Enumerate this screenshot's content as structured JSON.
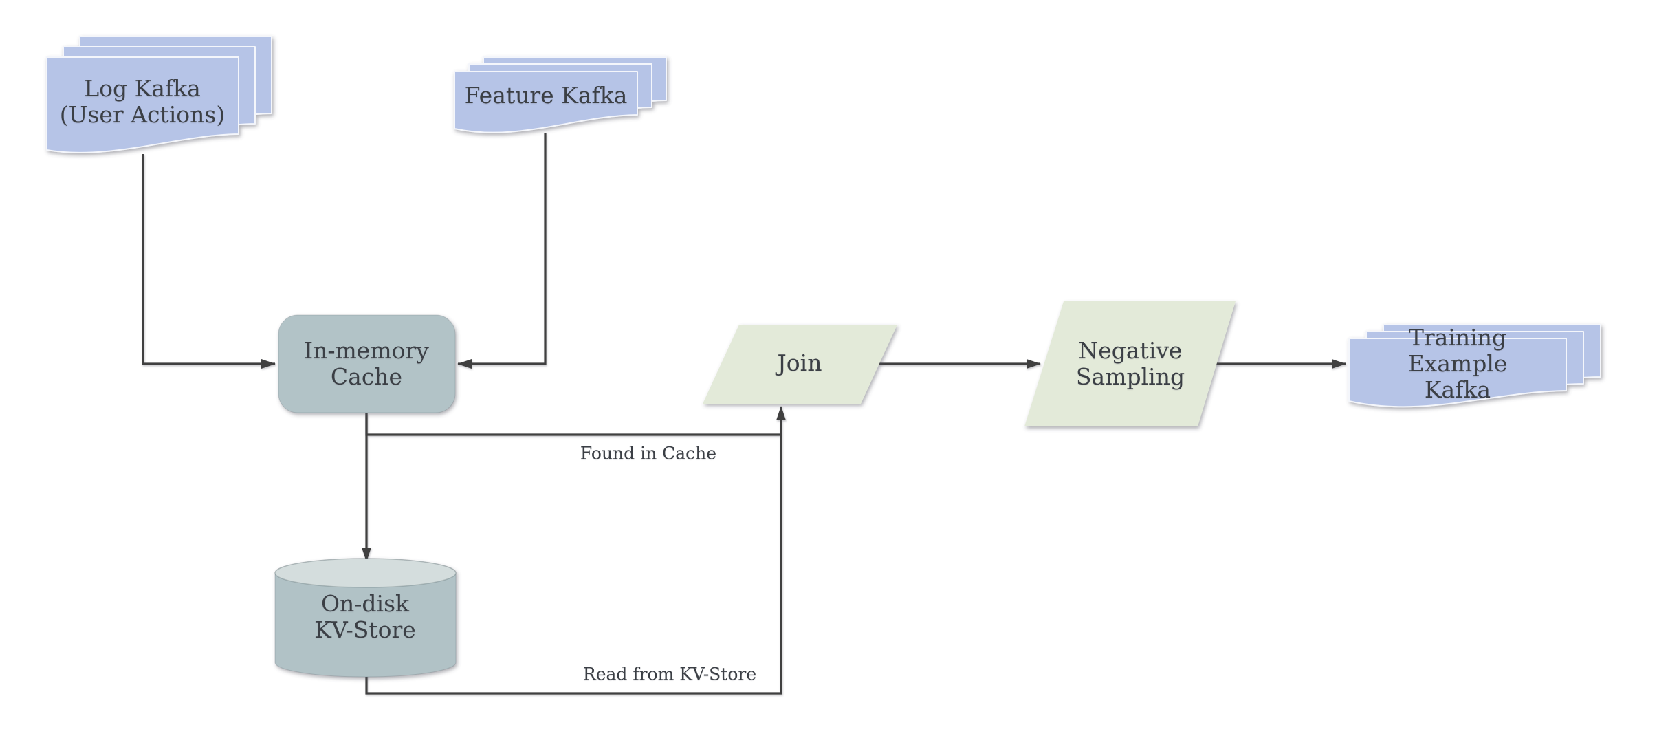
{
  "diagram": {
    "background": "#ffffff",
    "edge_color": "#3f3f3f",
    "text_color": "#3b3f45"
  },
  "nodes": {
    "log_kafka": {
      "label": "Log Kafka\n(User Actions)",
      "shape": "multi-document",
      "fill": "#b6c4e7",
      "stroke": "#f4f6fb"
    },
    "feature_kafka": {
      "label": "Feature Kafka",
      "shape": "multi-document",
      "fill": "#b6c4e7",
      "stroke": "#f4f6fb"
    },
    "in_memory_cache": {
      "label": "In-memory\nCache",
      "shape": "rounded-rectangle",
      "fill": "#b2c3c7"
    },
    "on_disk_kv_store": {
      "label": "On-disk\nKV-Store",
      "shape": "cylinder",
      "fill": "#b1c2c6",
      "top_fill": "#d4dddd"
    },
    "join": {
      "label": "Join",
      "shape": "parallelogram",
      "fill": "#e3ead9",
      "stroke": "#c9d2bb"
    },
    "negative_sampling": {
      "label": "Negative\nSampling",
      "shape": "parallelogram",
      "fill": "#e3ead9",
      "stroke": "#c9d2bb"
    },
    "training_example_kafka": {
      "label": "Training Example\nKafka",
      "shape": "multi-document",
      "fill": "#b6c4e7",
      "stroke": "#f4f6fb"
    }
  },
  "edges": {
    "log_to_cache": {
      "from": "log_kafka",
      "to": "in_memory_cache",
      "label": ""
    },
    "feature_to_cache": {
      "from": "feature_kafka",
      "to": "in_memory_cache",
      "label": ""
    },
    "cache_to_kv": {
      "from": "in_memory_cache",
      "to": "on_disk_kv_store",
      "label": ""
    },
    "cache_to_join": {
      "from": "in_memory_cache",
      "to": "join",
      "label": "Found in Cache"
    },
    "kv_to_join": {
      "from": "on_disk_kv_store",
      "to": "join",
      "label": "Read from KV-Store"
    },
    "join_to_negative_sampling": {
      "from": "join",
      "to": "negative_sampling",
      "label": ""
    },
    "negative_sampling_to_training": {
      "from": "negative_sampling",
      "to": "training_example_kafka",
      "label": ""
    }
  }
}
